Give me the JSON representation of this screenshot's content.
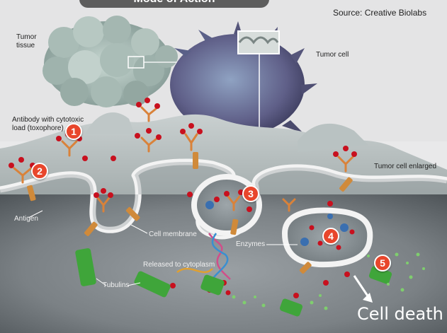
{
  "title": "Mode of Action",
  "source": "Source: Creative Biolabs",
  "labels": {
    "tumor_tissue": "Tumor\ntissue",
    "tumor_cell": "Tumor cell",
    "antibody": "Antibody with cytotoxic\nload (toxophore)",
    "tumor_cell_enlarged": "Tumor cell enlarged",
    "antigen": "Antigen",
    "cell_membrane": "Cell membrane",
    "enzymes": "Enzymes",
    "released": "Released to cytoplasm",
    "tubulins": "Tubulins",
    "cell_death": "Cell death"
  },
  "steps": [
    "1",
    "2",
    "3",
    "4",
    "5"
  ],
  "colors": {
    "step_badge": "#e8462c",
    "toxophore": "#c8101e",
    "antibody": "#d9823a",
    "tubulin": "#3fa53a",
    "cytoplasm": "#8a9094",
    "membrane": "#f3f3f3"
  }
}
